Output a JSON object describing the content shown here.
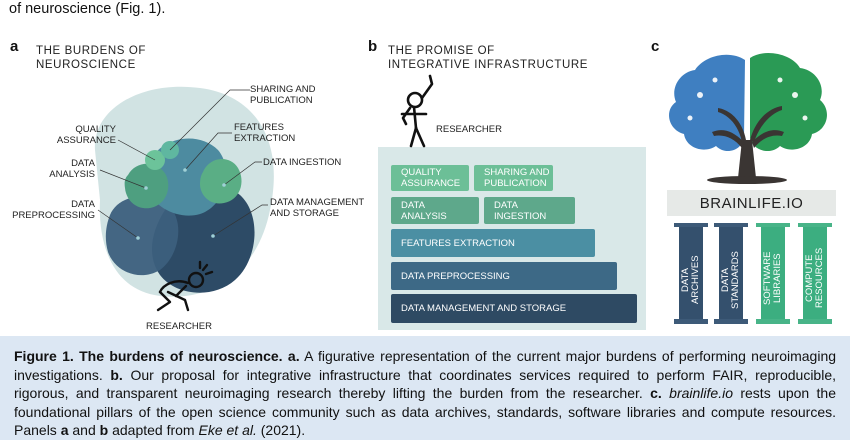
{
  "intro_text": "of neuroscience (Fig. 1).",
  "panel_a": {
    "letter": "a",
    "title": [
      "THE BURDENS OF",
      "NEUROSCIENCE"
    ],
    "labels": {
      "sharing": [
        "SHARING AND",
        "PUBLICATION"
      ],
      "quality": [
        "QUALITY",
        "ASSURANCE"
      ],
      "features": [
        "FEATURES",
        "EXTRACTION"
      ],
      "ingestion": "DATA INGESTION",
      "analysis": [
        "DATA",
        "ANALYSIS"
      ],
      "preprocessing": [
        "DATA",
        "PREPROCESSING"
      ],
      "management": [
        "DATA MANAGEMENT",
        "AND STORAGE"
      ],
      "researcher": "RESEARCHER"
    }
  },
  "panel_b": {
    "letter": "b",
    "title": [
      "THE PROMISE OF",
      "INTEGRATIVE INFRASTRUCTURE"
    ],
    "researcher": "RESEARCHER",
    "blocks": {
      "quality": [
        "QUALITY",
        "ASSURANCE"
      ],
      "sharing": [
        "SHARING AND",
        "PUBLICATION"
      ],
      "analysis": [
        "DATA",
        "ANALYSIS"
      ],
      "ingestion": [
        "DATA",
        "INGESTION"
      ],
      "features": "FEATURES EXTRACTION",
      "preprocessing": "DATA PREPROCESSING",
      "management": "DATA MANAGEMENT AND STORAGE"
    },
    "colors": {
      "light": "#6cbf97",
      "mid": "#4b8fa3",
      "dark": "#2e4a63"
    }
  },
  "panel_c": {
    "letter": "c",
    "brand": "BRAINLIFE.IO",
    "pillars": [
      [
        "DATA",
        "ARCHIVES"
      ],
      [
        "DATA",
        "STANDARDS"
      ],
      [
        "SOFTWARE",
        "LIBRARIES"
      ],
      [
        "COMPUTE",
        "RESOURCES"
      ]
    ],
    "colors": {
      "blue": "#3f7fc1",
      "green": "#2a9a55",
      "pillar_dark": "#2f4d6b",
      "pillar_green": "#3cae80"
    }
  },
  "caption": {
    "fig_label": "Figure 1. The burdens of neuroscience.",
    "a_label": "a.",
    "a_text": " A figurative representation of the current major burdens of performing neuroimaging investigations. ",
    "b_label": "b.",
    "b_text": " Our proposal for integrative infrastructure that coordinates services required to perform FAIR, reproducible, rigorous, and transparent neuroimaging research thereby lifting the burden from the researcher. ",
    "c_label": "c.",
    "c_italic": "brainlife.io",
    "c_text": " rests upon the foundational pillars of the open science community such as data archives, standards, software libraries and compute resources. Panels ",
    "pa": "a",
    "and": " and ",
    "pb": "b",
    "adapted": " adapted from ",
    "cite": "Eke et al.",
    "year": " (2021)."
  }
}
